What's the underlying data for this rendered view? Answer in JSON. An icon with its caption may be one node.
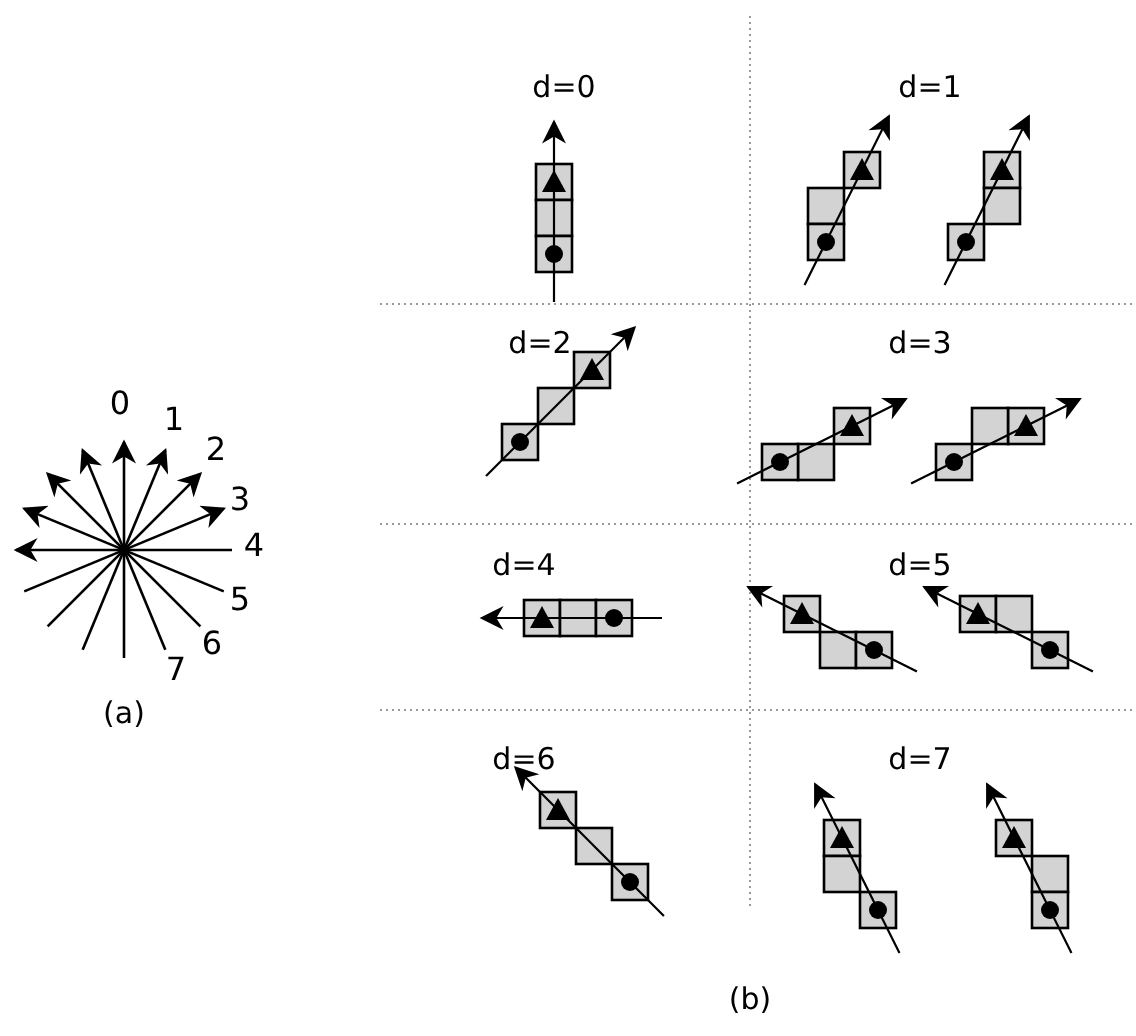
{
  "diagram": {
    "labels": [
      "0",
      "1",
      "2",
      "3",
      "4",
      "5",
      "6",
      "7",
      "(a)",
      "d=0",
      "d=1",
      "d=2",
      "d=3",
      "d=4",
      "d=5",
      "d=6",
      "d=7",
      "(b)"
    ]
  }
}
